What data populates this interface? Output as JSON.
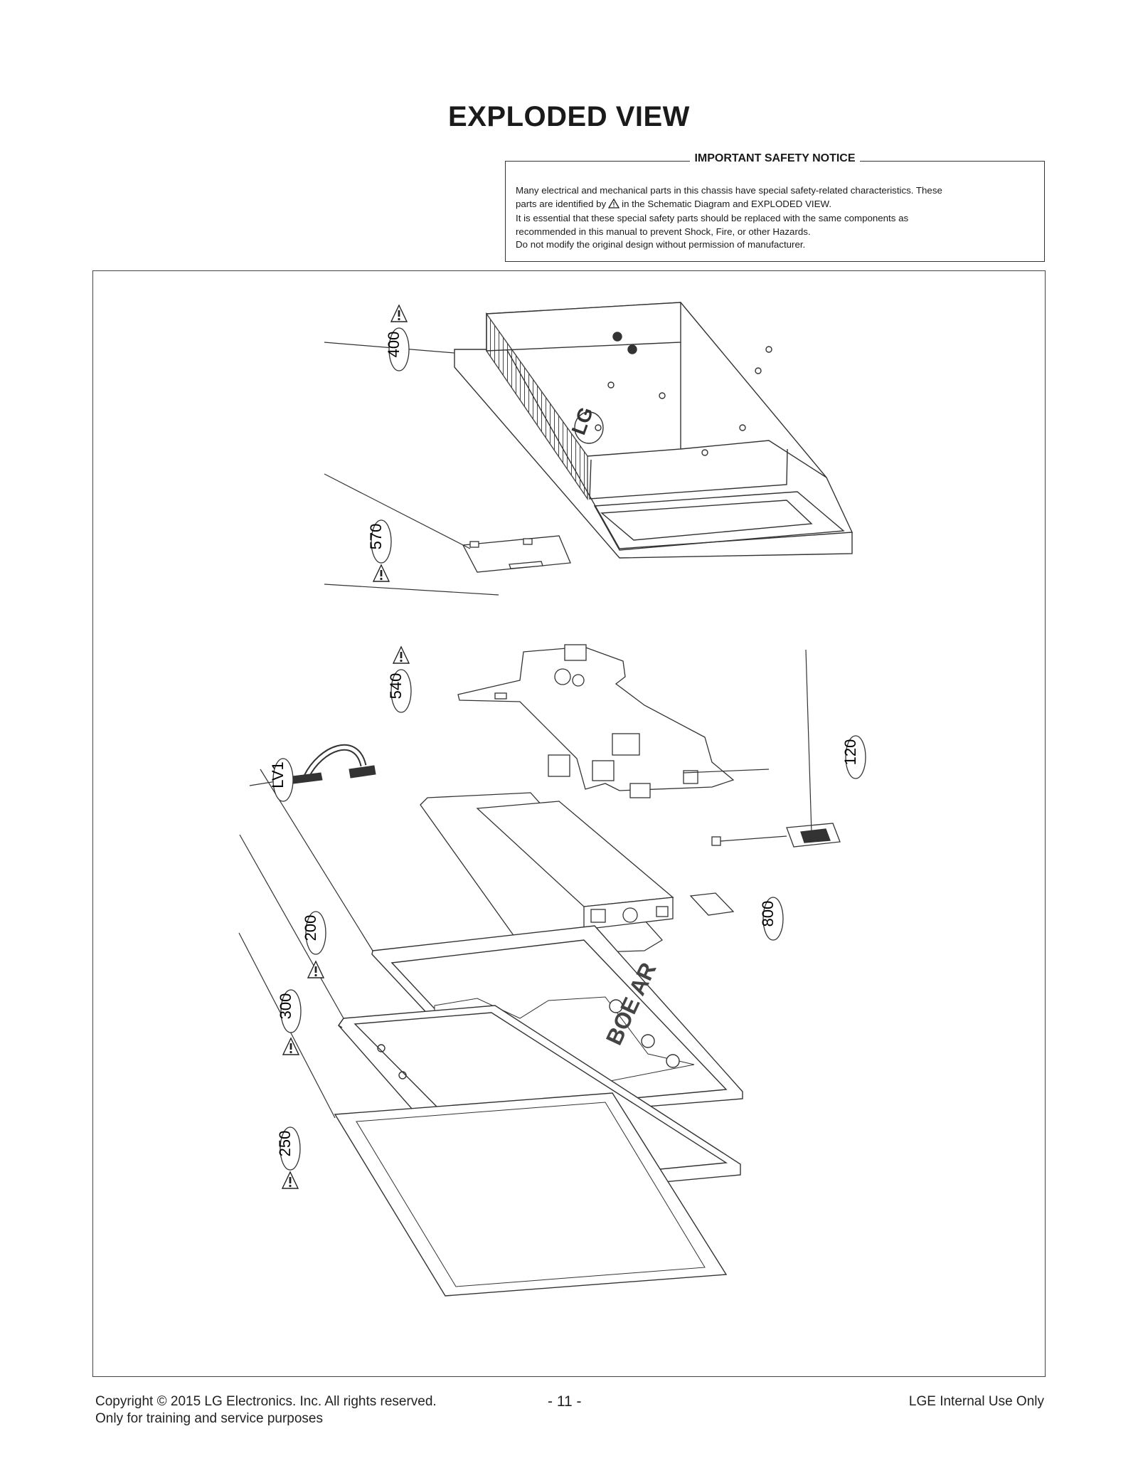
{
  "page": {
    "title": "EXPLODED VIEW"
  },
  "notice": {
    "heading": "IMPORTANT SAFETY NOTICE",
    "line1": "Many electrical and mechanical parts in this chassis have special safety-related characteristics. These",
    "line2_pre": "parts are identified by",
    "line2_post": "in the Schematic Diagram and EXPLODED VIEW.",
    "line3": "It is essential that these special safety parts should be replaced with the same components as",
    "line4": "recommended in this manual to prevent Shock, Fire, or other Hazards.",
    "line5": "Do not modify the original design without permission of manufacturer."
  },
  "callouts": {
    "c400": "400",
    "c570": "570",
    "c540": "540",
    "clv1": "LV1",
    "c120": "120",
    "c800": "800",
    "c200": "200",
    "c300": "300",
    "c250": "250"
  },
  "part_marks": {
    "logo": "LG",
    "panel_brand": "BOE AR"
  },
  "footer": {
    "copyright": "Copyright  © 2015  LG Electronics. Inc. All rights reserved.",
    "purpose": "Only for training and service purposes",
    "page_number": "- 11 -",
    "internal": "LGE Internal Use Only"
  },
  "icons": {
    "safety": "warning-triangle-icon"
  }
}
